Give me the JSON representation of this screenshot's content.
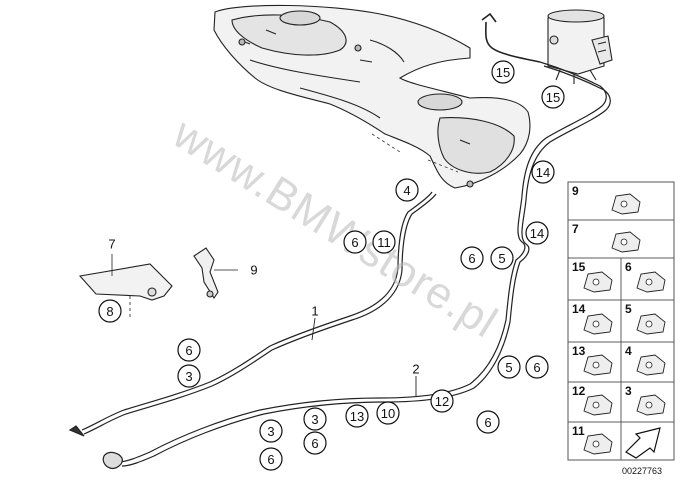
{
  "watermark": "www.BMWstore.pl",
  "diagram_number": "00227763",
  "callouts": [
    "15",
    "15",
    "14",
    "14",
    "4",
    "6",
    "11",
    "6",
    "5",
    "8",
    "9",
    "1",
    "6",
    "3",
    "2",
    "5",
    "6",
    "12",
    "6",
    "3",
    "6",
    "13",
    "10",
    "3",
    "6"
  ],
  "plain_labels": [
    "7",
    "9",
    "1",
    "2"
  ],
  "panel": {
    "cells": [
      "9",
      "7",
      "15",
      "6",
      "14",
      "5",
      "13",
      "4",
      "12",
      "3",
      "11"
    ]
  },
  "colors": {
    "line": "#222222",
    "watermark": "#b9b9b9",
    "panel_border": "#555555"
  }
}
